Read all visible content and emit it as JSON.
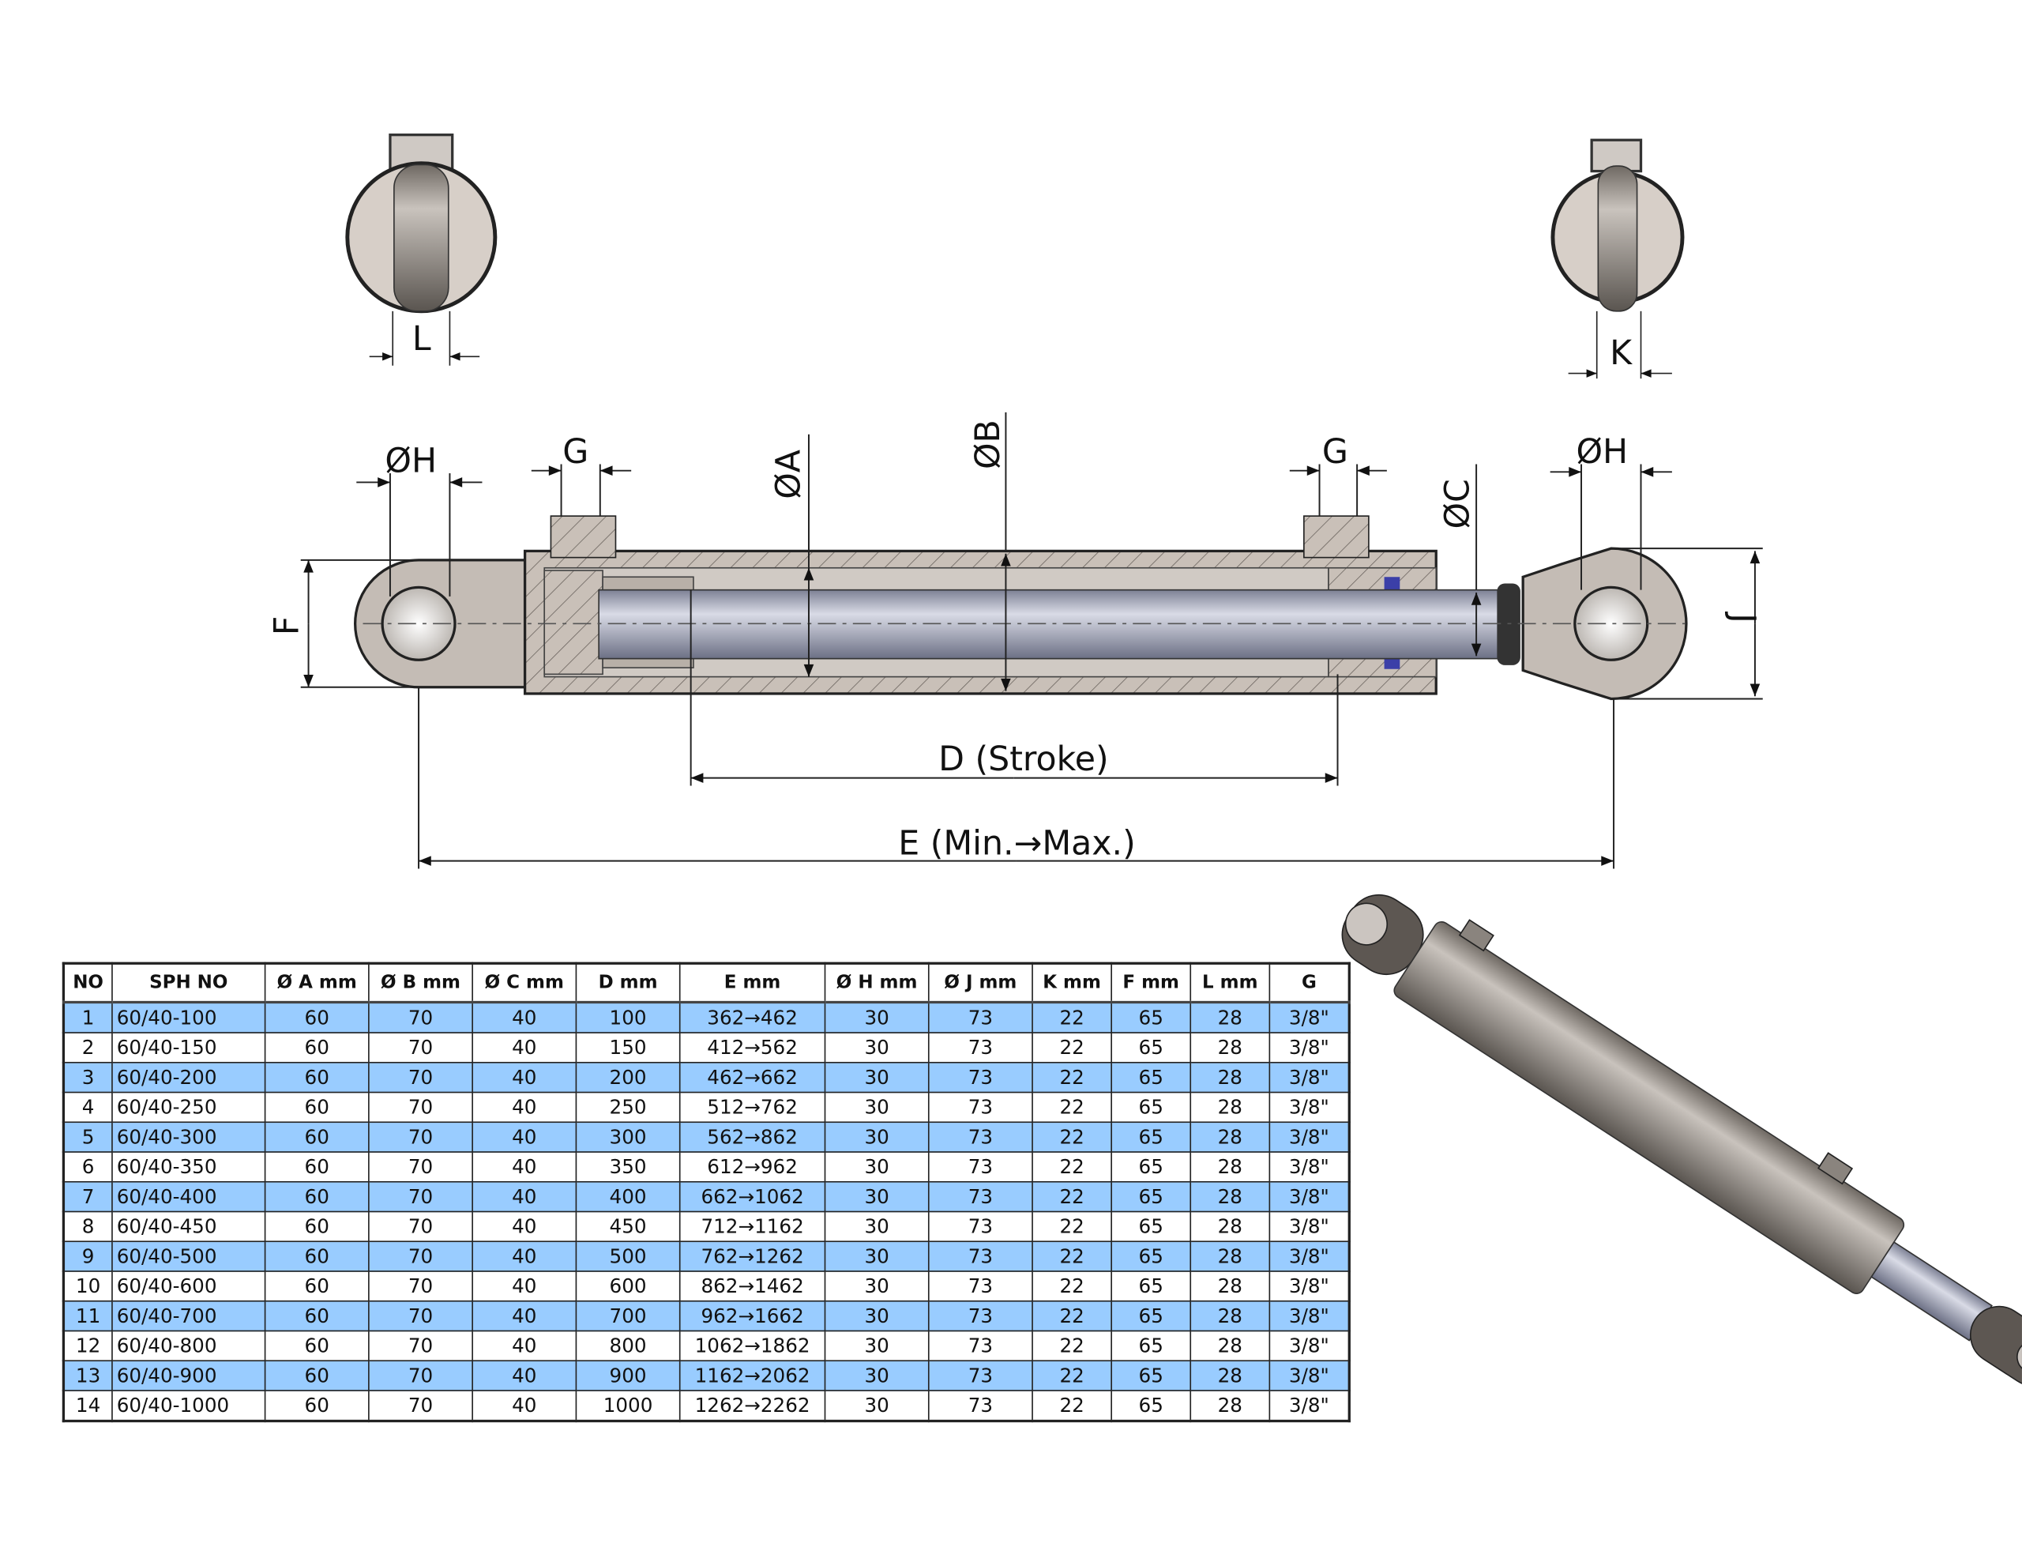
{
  "drawing": {
    "labels": {
      "L": "L",
      "K": "K",
      "H_left": "ØH",
      "H_right": "ØH",
      "G_left": "G",
      "G_right": "G",
      "A": "ØA",
      "B": "ØB",
      "C": "ØC",
      "F": "F",
      "J": "J",
      "D": "D (Stroke)",
      "E": "E (Min.→Max.)"
    }
  },
  "table": {
    "headers": [
      "NO",
      "SPH NO",
      "Ø A mm",
      "Ø B mm",
      "Ø C mm",
      "D mm",
      "E mm",
      "Ø H mm",
      "Ø J mm",
      "K mm",
      "F mm",
      "L mm",
      "G"
    ],
    "rows": [
      [
        "1",
        "60/40-100",
        "60",
        "70",
        "40",
        "100",
        "362→462",
        "30",
        "73",
        "22",
        "65",
        "28",
        "3/8\""
      ],
      [
        "2",
        "60/40-150",
        "60",
        "70",
        "40",
        "150",
        "412→562",
        "30",
        "73",
        "22",
        "65",
        "28",
        "3/8\""
      ],
      [
        "3",
        "60/40-200",
        "60",
        "70",
        "40",
        "200",
        "462→662",
        "30",
        "73",
        "22",
        "65",
        "28",
        "3/8\""
      ],
      [
        "4",
        "60/40-250",
        "60",
        "70",
        "40",
        "250",
        "512→762",
        "30",
        "73",
        "22",
        "65",
        "28",
        "3/8\""
      ],
      [
        "5",
        "60/40-300",
        "60",
        "70",
        "40",
        "300",
        "562→862",
        "30",
        "73",
        "22",
        "65",
        "28",
        "3/8\""
      ],
      [
        "6",
        "60/40-350",
        "60",
        "70",
        "40",
        "350",
        "612→962",
        "30",
        "73",
        "22",
        "65",
        "28",
        "3/8\""
      ],
      [
        "7",
        "60/40-400",
        "60",
        "70",
        "40",
        "400",
        "662→1062",
        "30",
        "73",
        "22",
        "65",
        "28",
        "3/8\""
      ],
      [
        "8",
        "60/40-450",
        "60",
        "70",
        "40",
        "450",
        "712→1162",
        "30",
        "73",
        "22",
        "65",
        "28",
        "3/8\""
      ],
      [
        "9",
        "60/40-500",
        "60",
        "70",
        "40",
        "500",
        "762→1262",
        "30",
        "73",
        "22",
        "65",
        "28",
        "3/8\""
      ],
      [
        "10",
        "60/40-600",
        "60",
        "70",
        "40",
        "600",
        "862→1462",
        "30",
        "73",
        "22",
        "65",
        "28",
        "3/8\""
      ],
      [
        "11",
        "60/40-700",
        "60",
        "70",
        "40",
        "700",
        "962→1662",
        "30",
        "73",
        "22",
        "65",
        "28",
        "3/8\""
      ],
      [
        "12",
        "60/40-800",
        "60",
        "70",
        "40",
        "800",
        "1062→1862",
        "30",
        "73",
        "22",
        "65",
        "28",
        "3/8\""
      ],
      [
        "13",
        "60/40-900",
        "60",
        "70",
        "40",
        "900",
        "1162→2062",
        "30",
        "73",
        "22",
        "65",
        "28",
        "3/8\""
      ],
      [
        "14",
        "60/40-1000",
        "60",
        "70",
        "40",
        "1000",
        "1262→2262",
        "30",
        "73",
        "22",
        "65",
        "28",
        "3/8\""
      ]
    ],
    "highlight_color": "#99ccff"
  }
}
